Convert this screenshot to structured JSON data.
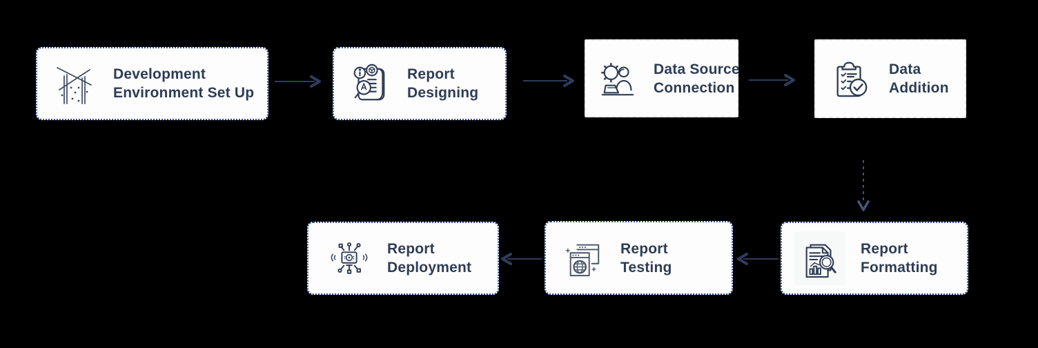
{
  "diagram": {
    "description": "Report development process flow",
    "steps": [
      {
        "id": "development-environment-setup",
        "label_line1": "Development",
        "label_line2": "Environment Set Up",
        "icon": "scaffolding-icon"
      },
      {
        "id": "report-designing",
        "label_line1": "Report",
        "label_line2": "Designing",
        "icon": "document-magnifier-design-icon"
      },
      {
        "id": "data-source-connection",
        "label_line1": "Data Source",
        "label_line2": "Connection",
        "icon": "person-laptop-gear-icon"
      },
      {
        "id": "data-addition",
        "label_line1": "Data",
        "label_line2": "Addition",
        "icon": "clipboard-checklist-icon"
      },
      {
        "id": "report-formatting",
        "label_line1": "Report",
        "label_line2": "Formatting",
        "icon": "documents-chart-magnifier-icon"
      },
      {
        "id": "report-testing",
        "label_line1": "Report",
        "label_line2": "Testing",
        "icon": "browser-globe-icon"
      },
      {
        "id": "report-deployment",
        "label_line1": "Report",
        "label_line2": "Deployment",
        "icon": "network-node-deployment-icon"
      }
    ],
    "edges": [
      {
        "from": "development-environment-setup",
        "to": "report-designing",
        "style": "solid",
        "direction": "right"
      },
      {
        "from": "report-designing",
        "to": "data-source-connection",
        "style": "solid",
        "direction": "right"
      },
      {
        "from": "data-source-connection",
        "to": "data-addition",
        "style": "solid",
        "direction": "right"
      },
      {
        "from": "data-addition",
        "to": "report-formatting",
        "style": "dashed",
        "direction": "down"
      },
      {
        "from": "report-formatting",
        "to": "report-testing",
        "style": "solid",
        "direction": "left"
      },
      {
        "from": "report-testing",
        "to": "report-deployment",
        "style": "solid",
        "direction": "left"
      }
    ],
    "colors": {
      "background": "#000000",
      "node_fill": "#fdfdfd",
      "selection_border_blue": "#2d4a8f",
      "node_border_light": "#e9e9e9",
      "text": "#2e3c55",
      "arrow": "#2e3d5c"
    }
  }
}
